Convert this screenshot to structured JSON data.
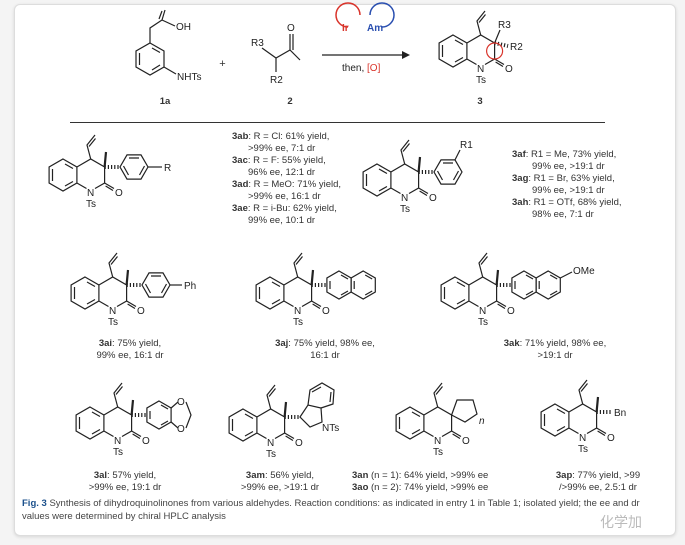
{
  "scheme": {
    "sm1_label": "1a",
    "sm2_label": "2",
    "product_label": "3",
    "plus": "+",
    "catalyst_ir": "Ir",
    "catalyst_am": "Am",
    "conditions_prefix": "then, ",
    "oxidant": "[O]",
    "colors": {
      "ir": "#d9342b",
      "am": "#2a4fb0",
      "oxidant": "#d9342b"
    }
  },
  "atoms": {
    "N": "N",
    "O": "O",
    "Ts": "Ts",
    "OH": "OH",
    "NHTs": "NHTs",
    "R": "R",
    "R1": "R1",
    "R2": "R2",
    "R3": "R3",
    "Ph": "Ph",
    "OMe": "OMe",
    "NTs": "NTs",
    "n": "n",
    "Bn": "Bn"
  },
  "entries": {
    "3ab": {
      "id": "3ab",
      "text": ": R = Cl: 61% yield,",
      "text2": ">99% ee, 7:1 dr"
    },
    "3ac": {
      "id": "3ac",
      "text": ": R = F: 55% yield,",
      "text2": "96% ee, 12:1 dr"
    },
    "3ad": {
      "id": "3ad",
      "text": ": R = MeO: 71% yield,",
      "text2": ">99% ee, 16:1 dr"
    },
    "3ae": {
      "id": "3ae",
      "text": ": R = i-Bu: 62% yield,",
      "text2": "99% ee, 10:1 dr"
    },
    "3af": {
      "id": "3af",
      "text": ": R1 = Me, 73% yield,",
      "text2": "99% ee, >19:1 dr"
    },
    "3ag": {
      "id": "3ag",
      "text": ": R1 = Br, 63% yield,",
      "text2": "99% ee, >19:1 dr"
    },
    "3ah": {
      "id": "3ah",
      "text": ": R1 = OTf, 68% yield,",
      "text2": "98% ee, 7:1 dr"
    },
    "3ai": {
      "id": "3ai",
      "text": ": 75% yield,",
      "text2": "99% ee, 16:1 dr"
    },
    "3aj": {
      "id": "3aj",
      "text": ": 75% yield, 98% ee,",
      "text2": "16:1 dr"
    },
    "3ak": {
      "id": "3ak",
      "text": ": 71% yield, 98% ee,",
      "text2": ">19:1 dr"
    },
    "3al": {
      "id": "3al",
      "text": ": 57% yield,",
      "text2": ">99% ee, 19:1 dr"
    },
    "3am": {
      "id": "3am",
      "text": ": 56% yield,",
      "text2": ">99% ee, >19:1 dr"
    },
    "3an": {
      "id": "3an",
      "cond": " (n = 1)",
      "text": ": 64% yield, >99% ee"
    },
    "3ao": {
      "id": "3ao",
      "cond": " (n = 2)",
      "text": ": 74% yield, >99% ee"
    },
    "3ap": {
      "id": "3ap",
      "text": ": 77% yield, >99",
      "text2": "/>99% ee, 2.5:1 dr"
    }
  },
  "caption": {
    "label": "Fig. 3",
    "text": " Synthesis of dihydroquinolinones from various aldehydes. Reaction conditions: as indicated in entry 1 in Table 1; isolated yield; the ee and dr values were determined by chiral HPLC analysis"
  },
  "watermark": "化学加"
}
